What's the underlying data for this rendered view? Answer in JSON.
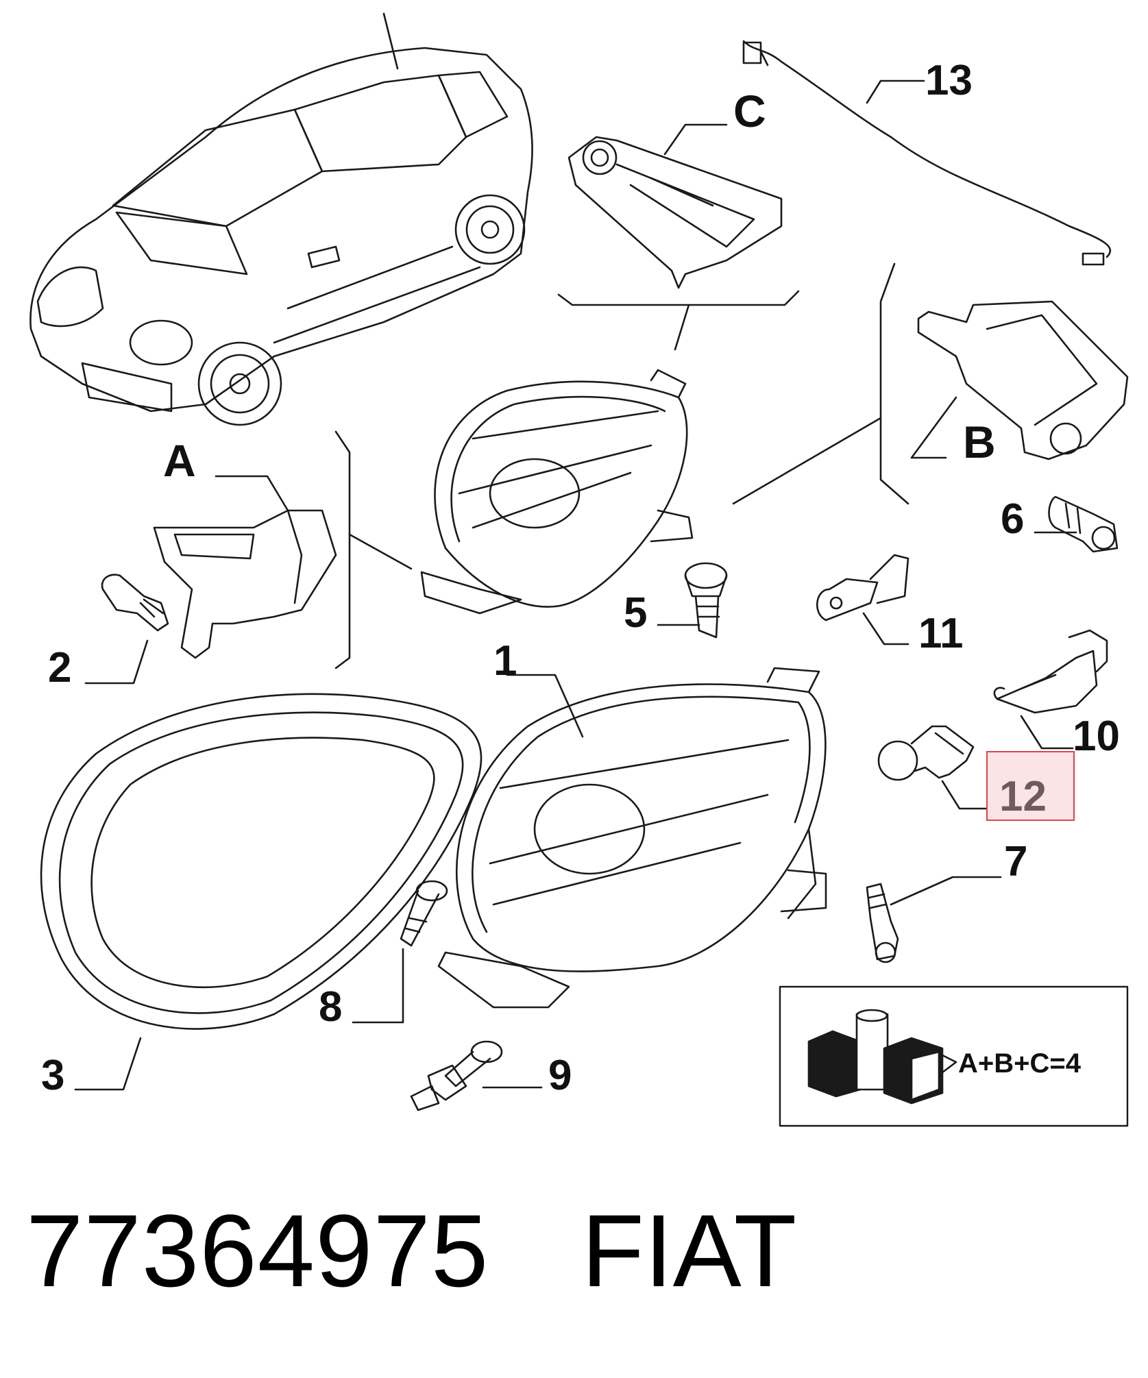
{
  "callouts": {
    "c1": "1",
    "c2": "2",
    "c3": "3",
    "c5": "5",
    "c6": "6",
    "c7": "7",
    "c8": "8",
    "c9": "9",
    "c10": "10",
    "c11": "11",
    "c12": "12",
    "c13": "13",
    "cA": "A",
    "cB": "B",
    "cC": "C"
  },
  "highlighted_callout": "12",
  "highlight_color": "#d9454c",
  "kit_formula": "A+B+C=4",
  "footer": {
    "part_number": "77364975",
    "brand": "FIAT"
  }
}
